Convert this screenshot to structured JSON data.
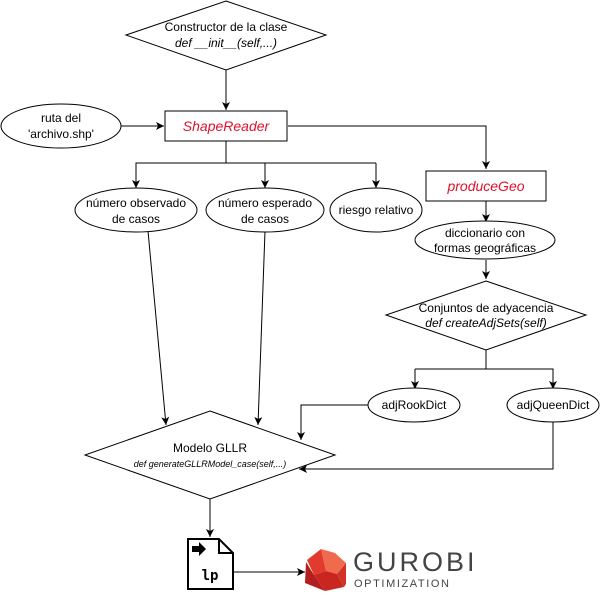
{
  "nodes": {
    "constructor": {
      "line1": "Constructor de la clase",
      "line2": "def __init__(self,...)"
    },
    "ruta": {
      "line1": "ruta del",
      "line2": "'archivo.shp'"
    },
    "shape_reader": {
      "label": "ShapeReader"
    },
    "produce_geo": {
      "label": "produceGeo"
    },
    "num_observado": {
      "line1": "número observado",
      "line2": "de casos"
    },
    "num_esperado": {
      "line1": "número esperado",
      "line2": "de casos"
    },
    "riesgo": {
      "label": "riesgo relativo"
    },
    "diccionario": {
      "line1": "diccionario con",
      "line2": "formas geográficas"
    },
    "conjuntos": {
      "line1": "Conjuntos de adyacencia",
      "line2": "def createAdjSets(self)"
    },
    "adj_rook": {
      "label": "adjRookDict"
    },
    "adj_queen": {
      "label": "adjQueenDict"
    },
    "modelo": {
      "line1": "Modelo GLLR",
      "line2": "def generateGLLRModel_case(self,...)"
    },
    "lp_file": {
      "label": "lp"
    }
  },
  "logo": {
    "word": "GUROBI",
    "subtitle": "OPTIMIZATION"
  },
  "colors": {
    "accent_red": "#e0112b",
    "logo_red": "#e23b2e",
    "logo_gray": "#444444"
  },
  "icons": {
    "lp_file": "file-arrow-icon",
    "gurobi": "gurobi-cube-icon"
  }
}
